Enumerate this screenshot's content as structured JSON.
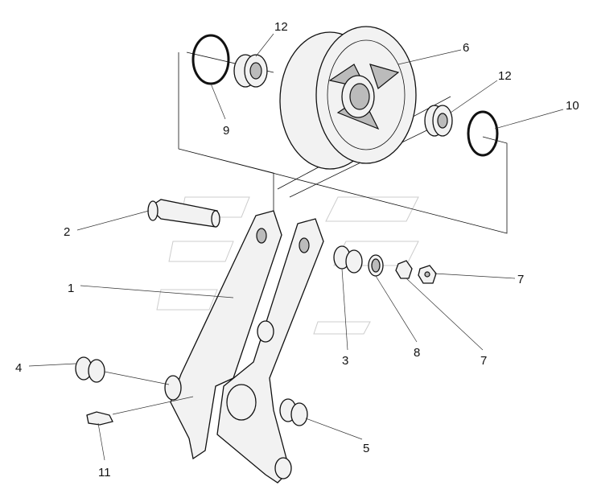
{
  "diagram": {
    "title": "Roller assembly exploded view",
    "callouts": [
      {
        "id": "c12a",
        "text": "12"
      },
      {
        "id": "c6",
        "text": "6"
      },
      {
        "id": "c12b",
        "text": "12"
      },
      {
        "id": "c10",
        "text": "10"
      },
      {
        "id": "c9",
        "text": "9"
      },
      {
        "id": "c2",
        "text": "2"
      },
      {
        "id": "c1",
        "text": "1"
      },
      {
        "id": "c7a",
        "text": "7"
      },
      {
        "id": "c3",
        "text": "3"
      },
      {
        "id": "c8",
        "text": "8"
      },
      {
        "id": "c7b",
        "text": "7"
      },
      {
        "id": "c4",
        "text": "4"
      },
      {
        "id": "c5",
        "text": "5"
      },
      {
        "id": "c11",
        "text": "11"
      }
    ]
  }
}
